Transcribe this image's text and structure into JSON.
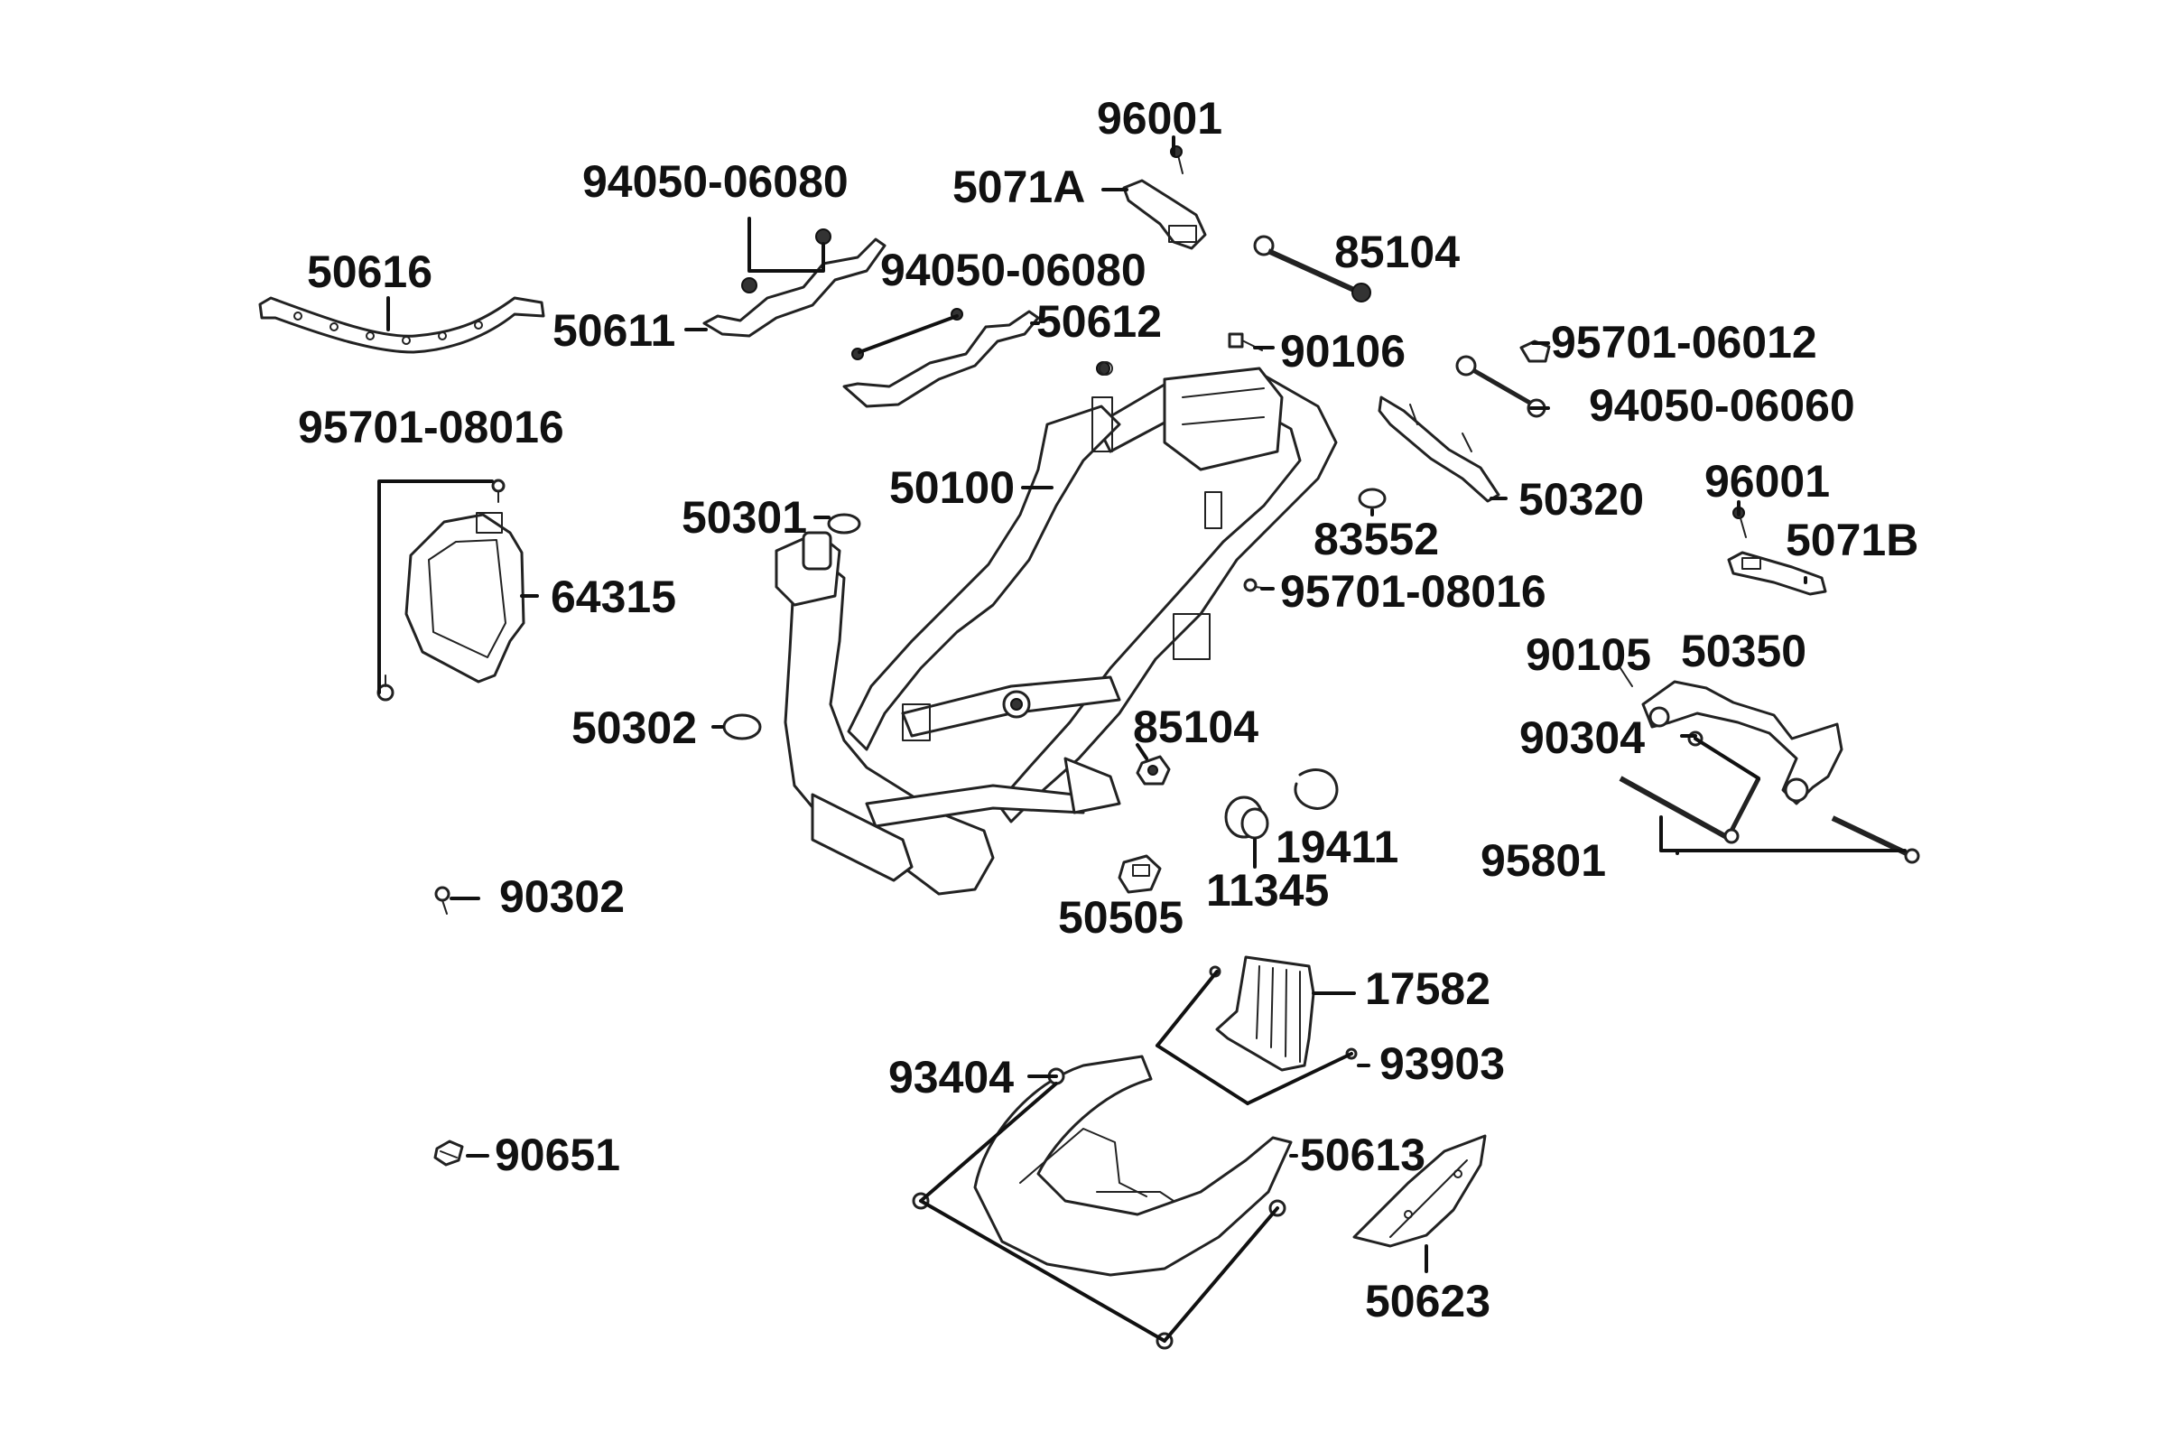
{
  "colors": {
    "ink": "#111111",
    "background": "#ffffff"
  },
  "labels": {
    "p96001_top": "96001",
    "p5071A": "5071A",
    "p94050_06080_a": "94050-06080",
    "p85104_top": "85104",
    "p50616": "50616",
    "p94050_06080_b": "94050-06080",
    "p50611": "50611",
    "p50612": "50612",
    "p95701_06012": "95701-06012",
    "p90106": "90106",
    "p94050_06060": "94050-06060",
    "p95701_08016_left": "95701-08016",
    "p50320": "50320",
    "p96001_right": "96001",
    "p50100": "50100",
    "p50301": "50301",
    "p83552": "83552",
    "p5071B": "5071B",
    "p64315": "64315",
    "p95701_08016_mid": "95701-08016",
    "p90105": "90105",
    "p50350": "50350",
    "p50302": "50302",
    "p85104_mid": "85104",
    "p90304": "90304",
    "p19411": "19411",
    "p95801": "95801",
    "p90302": "90302",
    "p11345": "11345",
    "p50505": "50505",
    "p17582": "17582",
    "p93404": "93404",
    "p93903": "93903",
    "p90651": "90651",
    "p50613": "50613",
    "p50623": "50623"
  }
}
